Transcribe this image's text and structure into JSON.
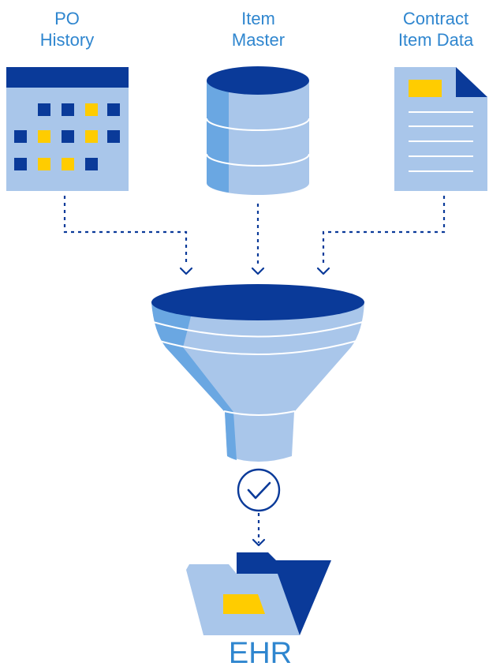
{
  "sources": {
    "po_history": "PO\nHistory",
    "item_master": "Item\nMaster",
    "contract_item_data": "Contract\nItem Data"
  },
  "output": {
    "label": "EHR"
  },
  "colors": {
    "dark_blue": "#0a3a99",
    "light_blue": "#a9c6ea",
    "mid_blue": "#6aa7e2",
    "yellow": "#ffcc00",
    "label_blue": "#2f86cf"
  },
  "icons": [
    "calendar-icon",
    "database-icon",
    "document-icon",
    "funnel-icon",
    "checkmark-icon",
    "folder-icon"
  ]
}
